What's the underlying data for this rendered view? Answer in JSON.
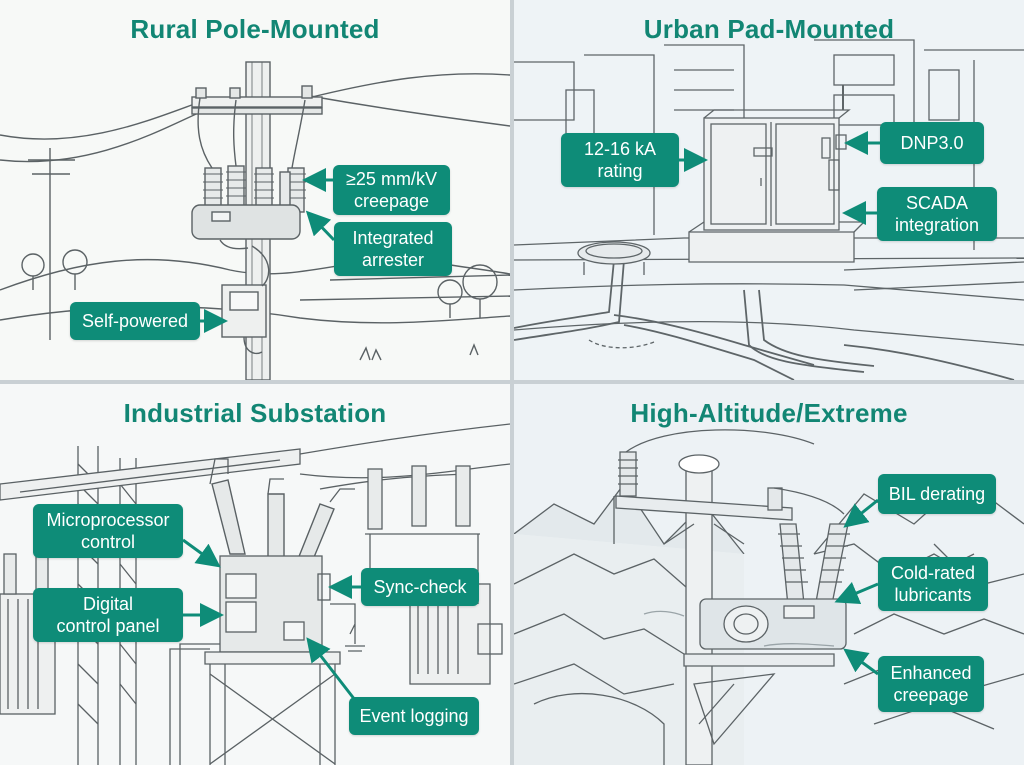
{
  "colors": {
    "accent": "#0e8c78",
    "title": "#128674",
    "line": "#4a4f52"
  },
  "quadrants": {
    "rural": {
      "title": "Rural Pole-Mounted",
      "labels": {
        "creepage_l1": "≥25 mm/kV",
        "creepage_l2": "creepage",
        "arrester_l1": "Integrated",
        "arrester_l2": "arrester",
        "self_powered": "Self-powered"
      }
    },
    "urban": {
      "title": "Urban Pad-Mounted",
      "labels": {
        "rating_l1": "12-16 kA",
        "rating_l2": "rating",
        "dnp": "DNP3.0",
        "scada_l1": "SCADA",
        "scada_l2": "integration"
      }
    },
    "industrial": {
      "title": "Industrial Substation",
      "labels": {
        "micro_l1": "Microprocessor",
        "micro_l2": "control",
        "panel_l1": "Digital",
        "panel_l2": "control panel",
        "sync": "Sync-check",
        "event": "Event logging"
      }
    },
    "altitude": {
      "title": "High-Altitude/Extreme",
      "labels": {
        "bil": "BIL derating",
        "cold_l1": "Cold-rated",
        "cold_l2": "lubricants",
        "enh_l1": "Enhanced",
        "enh_l2": "creepage"
      }
    }
  }
}
